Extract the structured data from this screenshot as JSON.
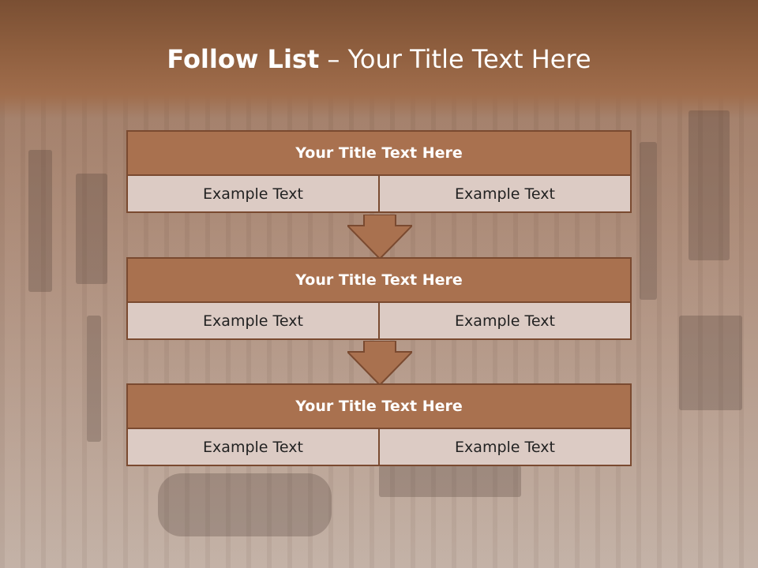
{
  "slide": {
    "title_bold": "Follow List",
    "title_rest": " – Your Title Text Here"
  },
  "steps": [
    {
      "title": "Your Title Text Here",
      "left": "Example Text",
      "right": "Example Text"
    },
    {
      "title": "Your Title Text Here",
      "left": "Example Text",
      "right": "Example Text"
    },
    {
      "title": "Your Title Text Here",
      "left": "Example Text",
      "right": "Example Text"
    }
  ],
  "colors": {
    "header_fill": "#a9714f",
    "border": "#7a4a30",
    "cell_fill": "#dccbc4",
    "arrow_fill": "#a9714f"
  }
}
